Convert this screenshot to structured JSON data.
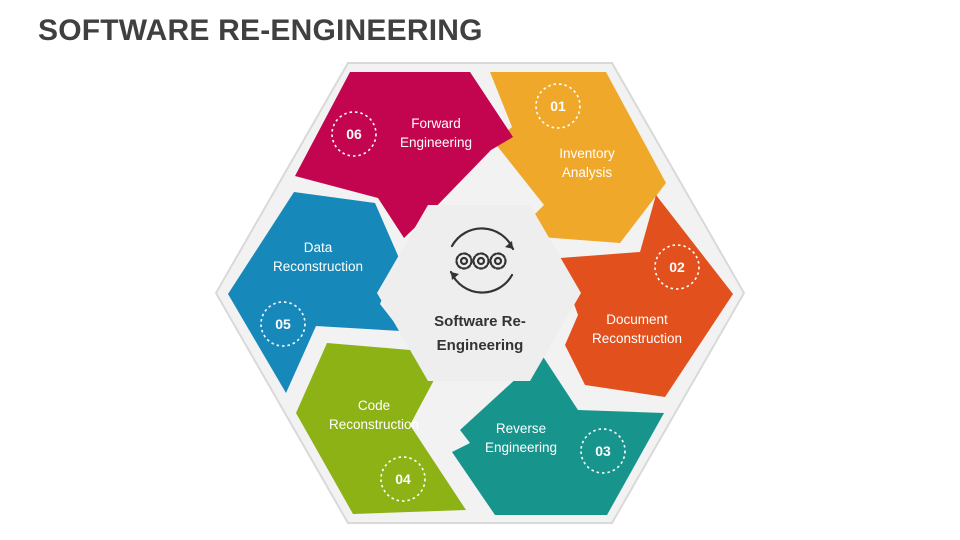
{
  "title": "SOFTWARE RE-ENGINEERING",
  "center": {
    "line1": "Software Re-",
    "line2": "Engineering",
    "icon": "gears-cycle-icon"
  },
  "colors": {
    "hexagon_outline": "#d9d9d9",
    "hexagon_fill": "#f2f2f2",
    "center_fill": "#eeeeee",
    "icon_stroke": "#333333"
  },
  "steps": [
    {
      "number": "01",
      "line1": "Inventory",
      "line2": "Analysis",
      "color": "#f0a82a"
    },
    {
      "number": "02",
      "line1": "Document",
      "line2": "Reconstruction",
      "color": "#e2501d"
    },
    {
      "number": "03",
      "line1": "Reverse",
      "line2": "Engineering",
      "color": "#17958c"
    },
    {
      "number": "04",
      "line1": "Code",
      "line2": "Reconstruction",
      "color": "#8cb215"
    },
    {
      "number": "05",
      "line1": "Data",
      "line2": "Reconstruction",
      "color": "#1689ba"
    },
    {
      "number": "06",
      "line1": "Forward",
      "line2": "Engineering",
      "color": "#c3044e"
    }
  ]
}
